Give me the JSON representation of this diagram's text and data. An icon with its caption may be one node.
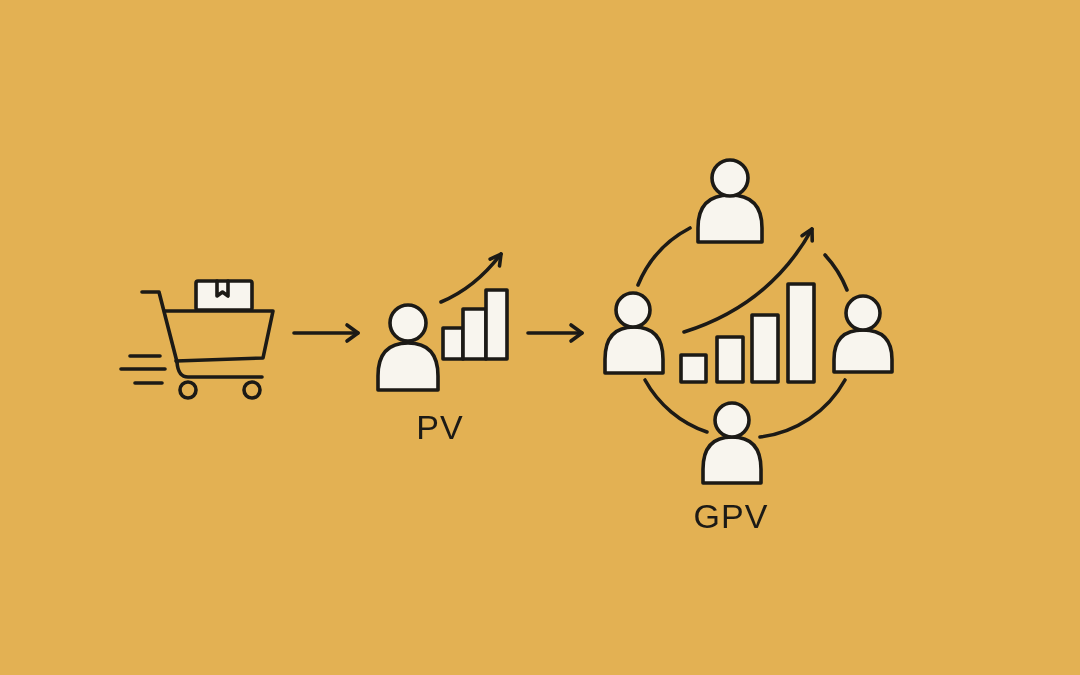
{
  "diagram": {
    "nodes": [
      {
        "text": [],
        "shape": "picture"
      },
      {
        "text": [
          "PV"
        ]
      },
      {
        "text": [
          "GPV"
        ]
      }
    ],
    "edges": [
      {
        "from": 0,
        "to": 1,
        "arrow": "to"
      },
      {
        "from": 1,
        "to": 2,
        "arrow": "to"
      }
    ]
  }
}
